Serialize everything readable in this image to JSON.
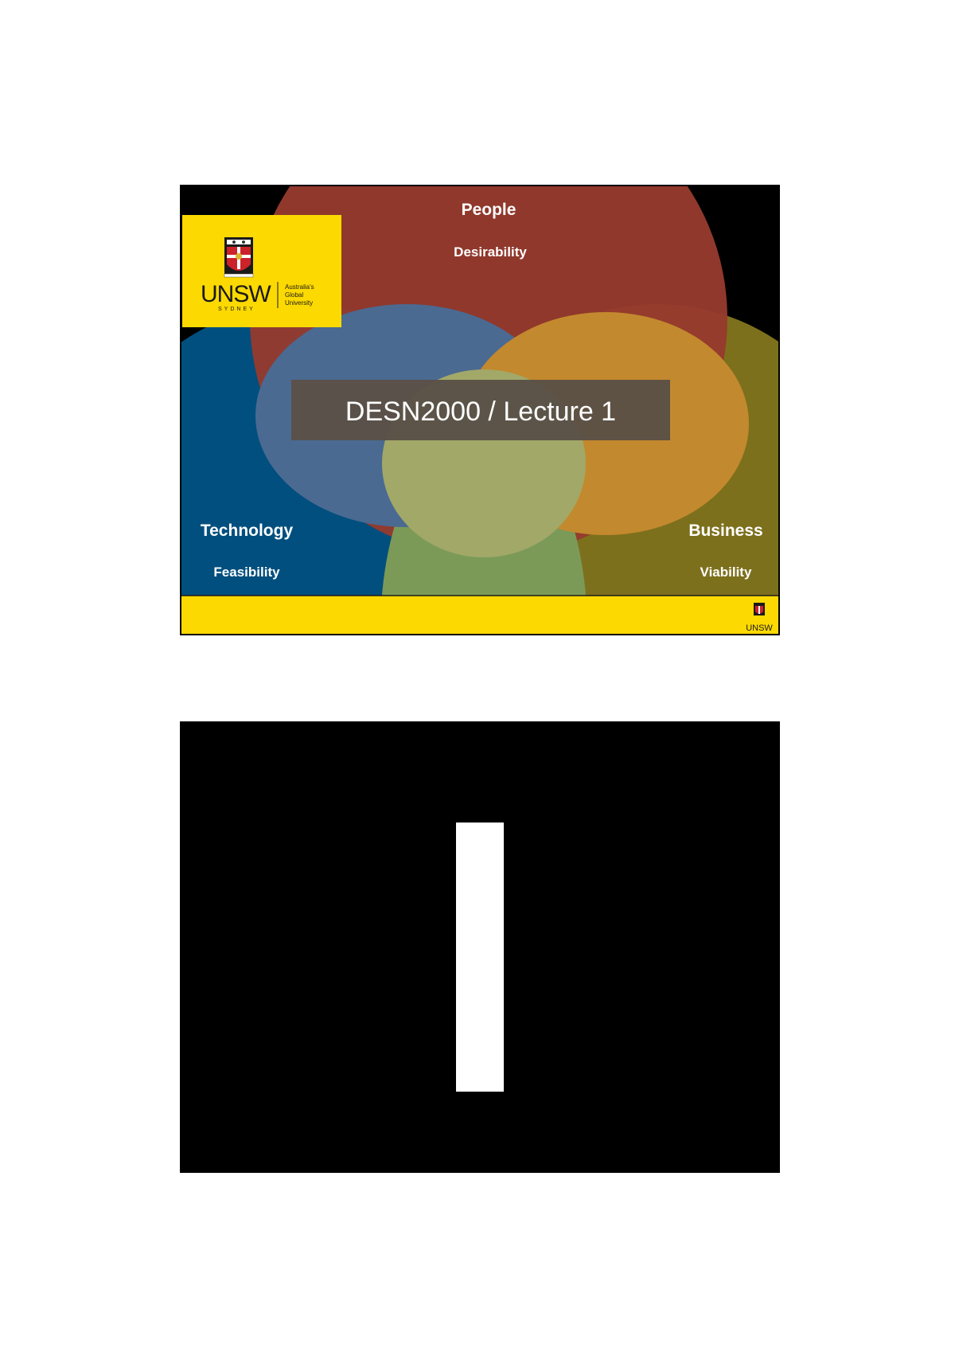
{
  "slide1": {
    "title": "DESN2000 / Lecture 1",
    "circles": {
      "people": {
        "label": "People",
        "sublabel": "Desirability"
      },
      "technology": {
        "label": "Technology",
        "sublabel": "Feasibility"
      },
      "business": {
        "label": "Business",
        "sublabel": "Viability"
      }
    },
    "logo": {
      "wordmark": "UNSW",
      "city": "SYDNEY",
      "tagline_lines": [
        "Australia's",
        "Global",
        "University"
      ],
      "footer_wordmark": "UNSW"
    },
    "colors": {
      "background": "#000000",
      "people": "#963a2e",
      "technology": "#014f7e",
      "business": "#7f721d",
      "yellow": "#fcd900",
      "title_box": "#595047"
    }
  },
  "slide2": {
    "colors": {
      "background": "#000000",
      "bar": "#ffffff"
    }
  }
}
